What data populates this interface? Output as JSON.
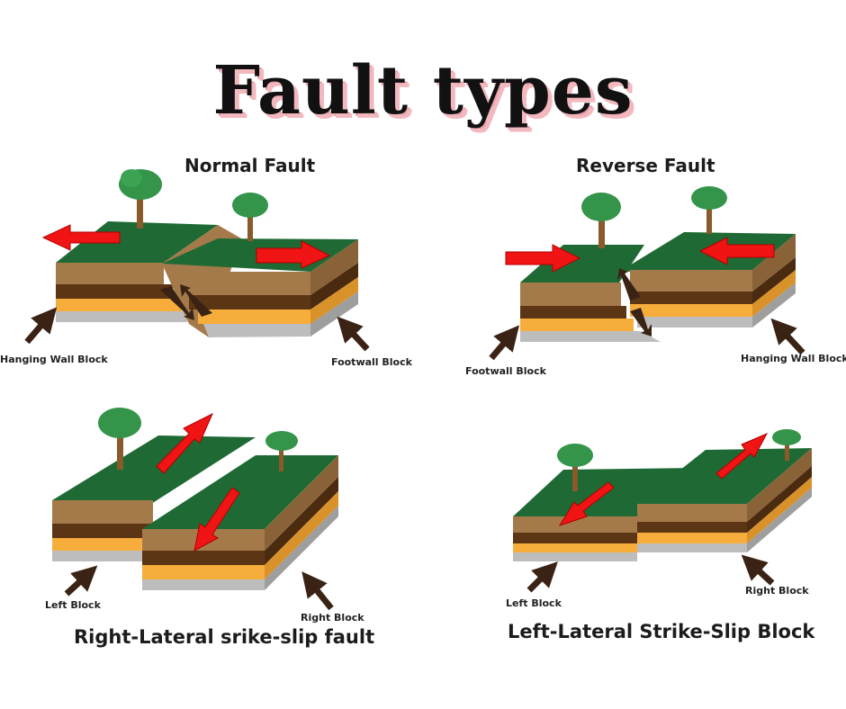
{
  "title": "Fault types",
  "colors": {
    "grass": "#1f6a34",
    "grass_dark": "#184f27",
    "soil_light": "#a57a4a",
    "soil_dark": "#5b3514",
    "sand": "#f7ad3b",
    "rock": "#bdbdbd",
    "arrow": "#f01414",
    "pointer": "#3a2314",
    "tree_leaf": "#33944a",
    "tree_trunk": "#8a5a2b"
  },
  "panels": {
    "normal": {
      "title": "Normal Fault",
      "label_left": "Hanging Wall Block",
      "label_right": "Footwall Block"
    },
    "reverse": {
      "title": "Reverse Fault",
      "label_left": "Footwall Block",
      "label_right": "Hanging Wall Block"
    },
    "right_lateral": {
      "caption": "Right-Lateral srike-slip fault",
      "label_left": "Left Block",
      "label_right": "Right Block"
    },
    "left_lateral": {
      "caption": "Left-Lateral Strike-Slip Block",
      "label_left": "Left Block",
      "label_right": "Right Block"
    }
  }
}
